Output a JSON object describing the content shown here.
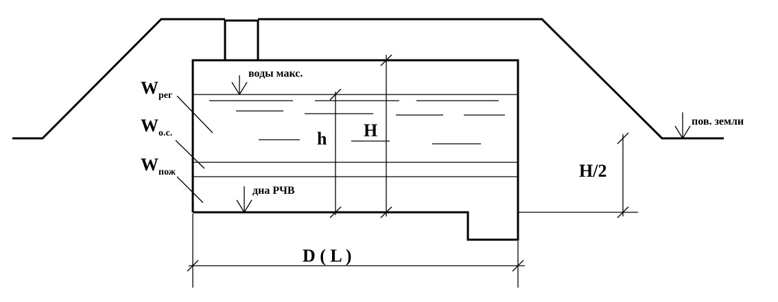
{
  "labels": {
    "w_reg": "W",
    "w_reg_sub": "рег",
    "w_os": "W",
    "w_os_sub": "о.с.",
    "w_pozh": "W",
    "w_pozh_sub": "пож",
    "water_max": "воды макс.",
    "bottom": "дна РЧВ",
    "ground": "пов. земли",
    "h_small": "h",
    "h_big": "H",
    "h_half": "H/2",
    "width": "D ( L )"
  }
}
